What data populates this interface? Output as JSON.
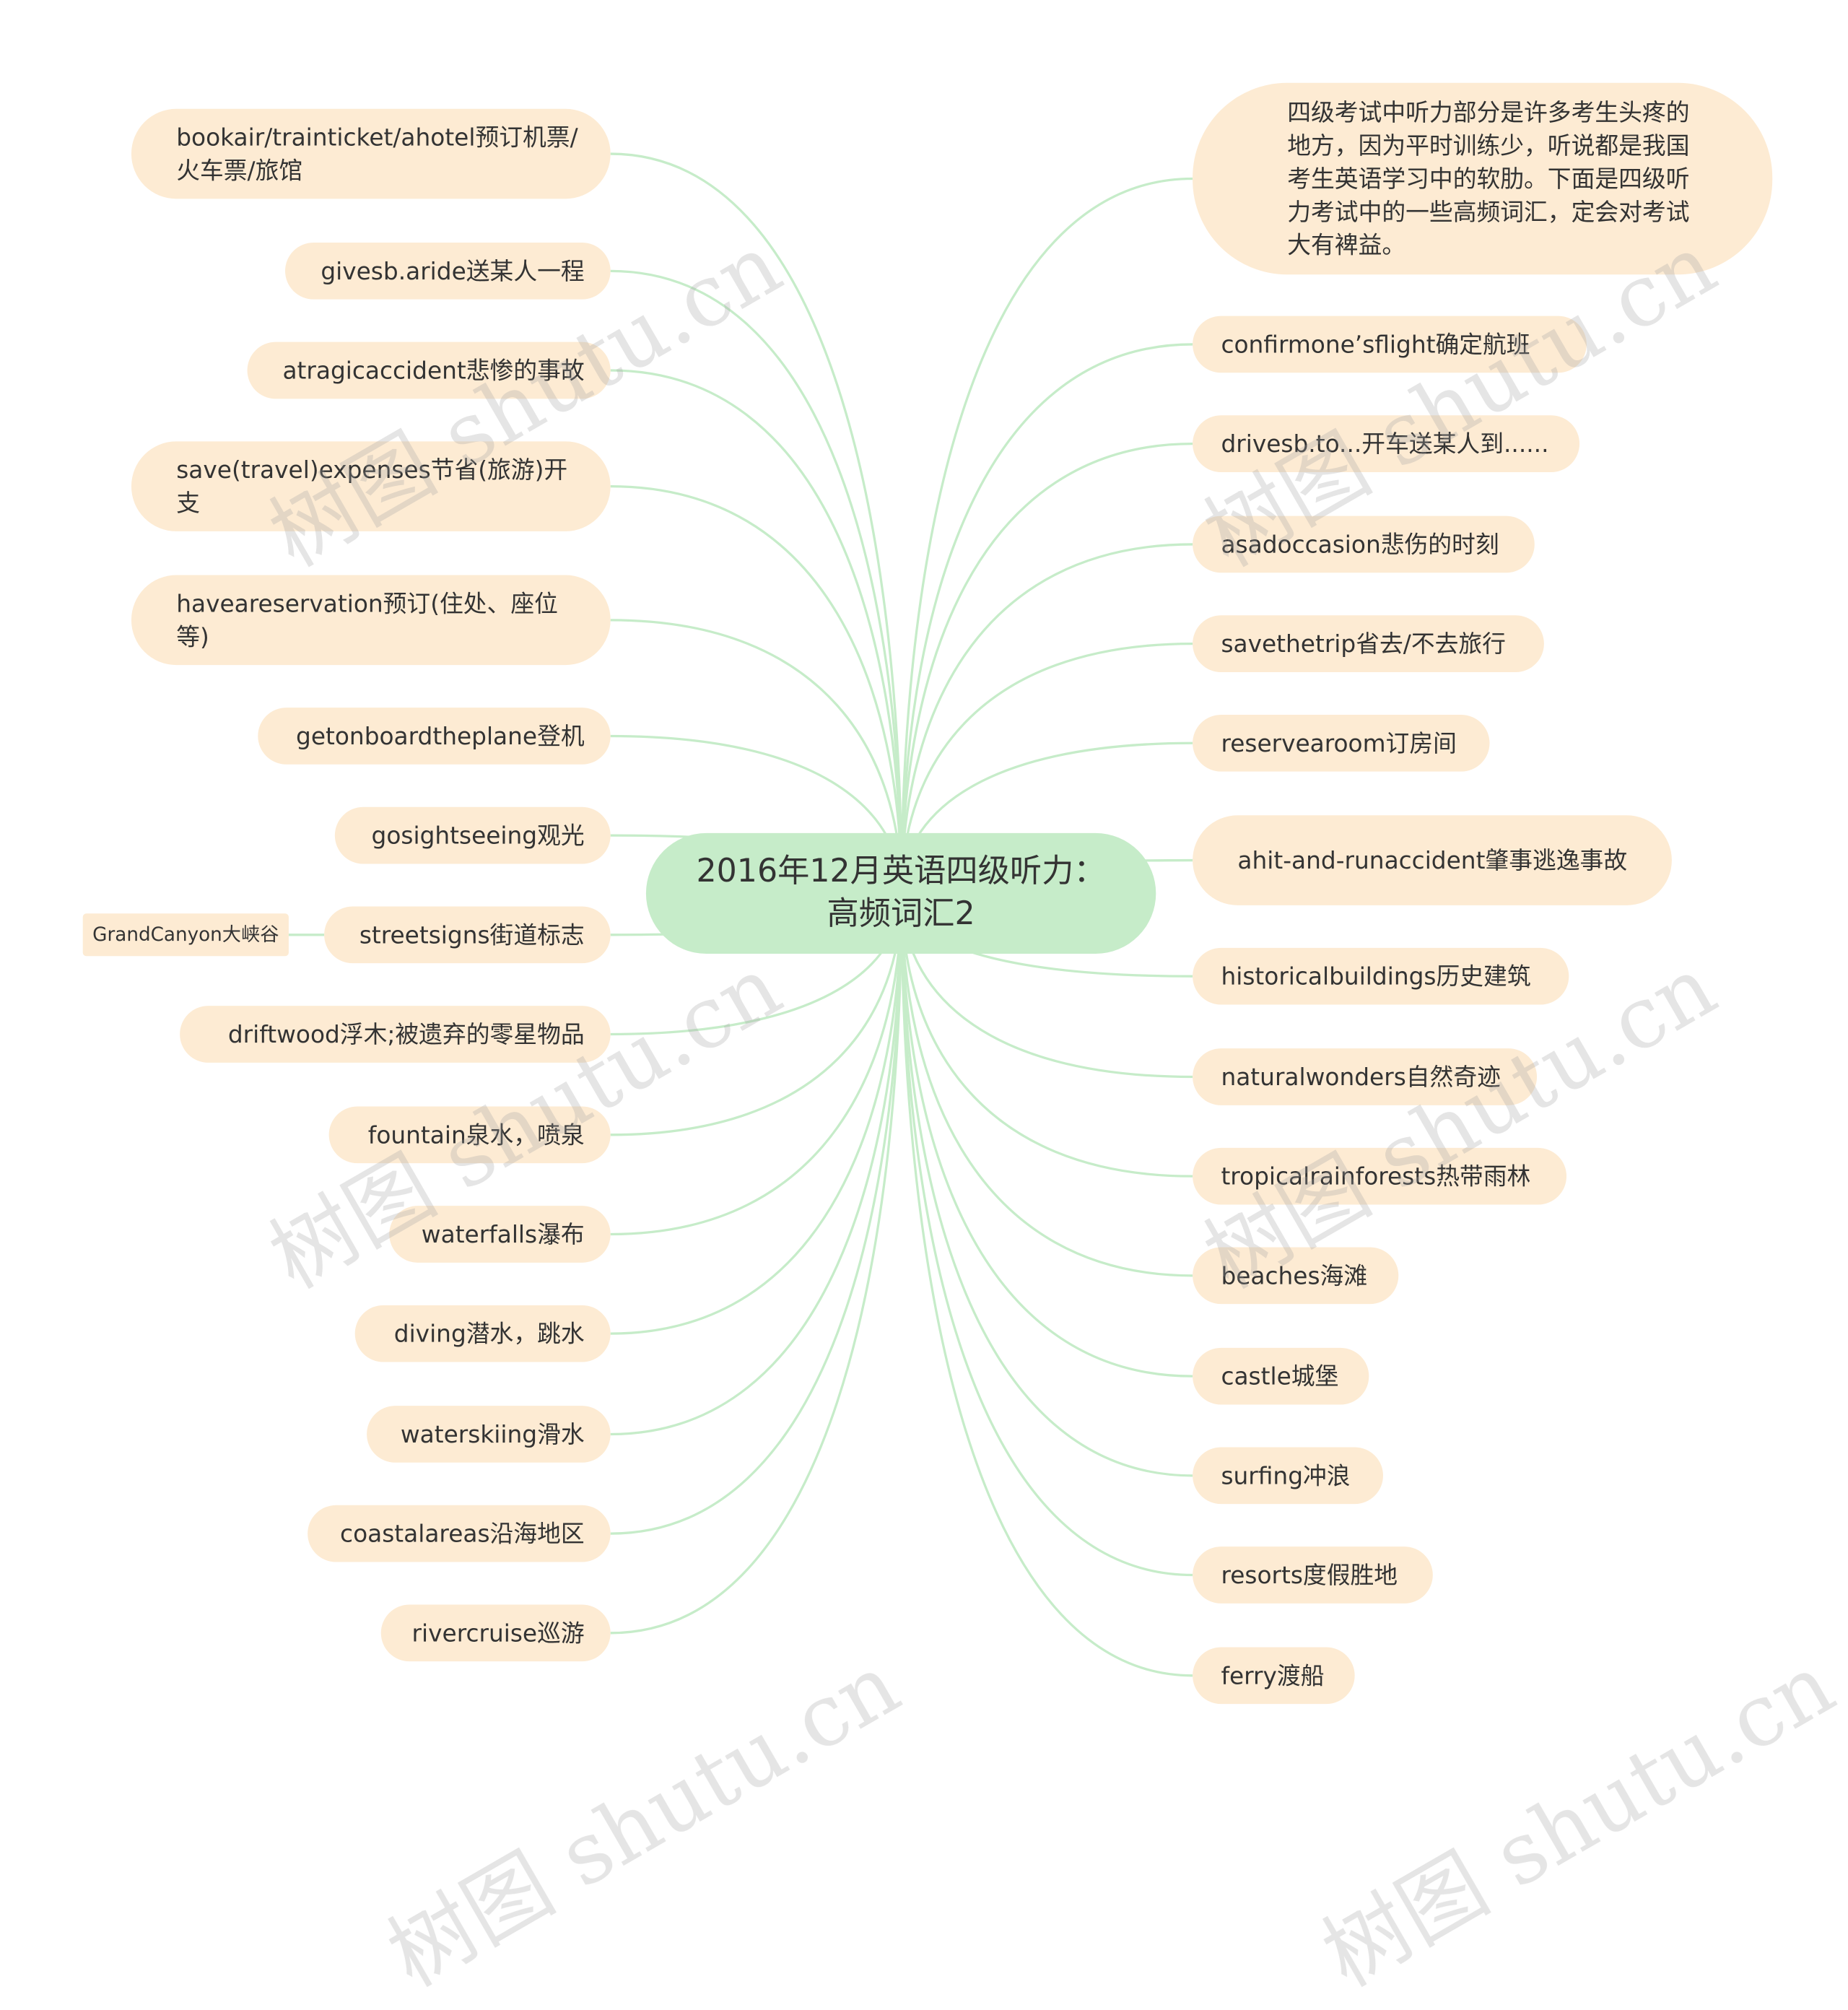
{
  "center": {
    "title": "2016年12月英语四级听力：高频词汇2"
  },
  "left_nodes": [
    "bookair/trainticket/ahotel预订机票/火车票/旅馆",
    "givesb.aride送某人一程",
    "atragicaccident悲惨的事故",
    "save(travel)expenses节省(旅游)开支",
    "haveareservation预订(住处、座位等)",
    "getonboardtheplane登机",
    "gosightseeing观光",
    "streetsigns街道标志",
    "driftwood浮木;被遗弃的零星物品",
    "fountain泉水，喷泉",
    "waterfalls瀑布",
    "diving潜水，跳水",
    "waterskiing滑水",
    "coastalareas沿海地区",
    "rivercruise巡游"
  ],
  "sub_node": "GrandCanyon大峡谷",
  "right_nodes": [
    "四级考试中听力部分是许多考生头疼的地方，因为平时训练少，听说都是我国考生英语学习中的软肋。下面是四级听力考试中的一些高频词汇，定会对考试大有裨益。",
    "confirmone’sflight确定航班",
    "drivesb.to...开车送某人到......",
    "asadoccasion悲伤的时刻",
    "savethetrip省去/不去旅行",
    "reservearoom订房间",
    "ahit-and-runaccident肇事逃逸事故",
    "historicalbuildings历史建筑",
    "naturalwonders自然奇迹",
    "tropicalrainforests热带雨林",
    "beaches海滩",
    "castle城堡",
    "surfing冲浪",
    "resorts度假胜地",
    "ferry渡船"
  ],
  "watermark": "树图 shutu.cn",
  "colors": {
    "center_fill": "#c6ecc9",
    "node_fill": "#fdebd3",
    "link": "#c6ecc9"
  }
}
